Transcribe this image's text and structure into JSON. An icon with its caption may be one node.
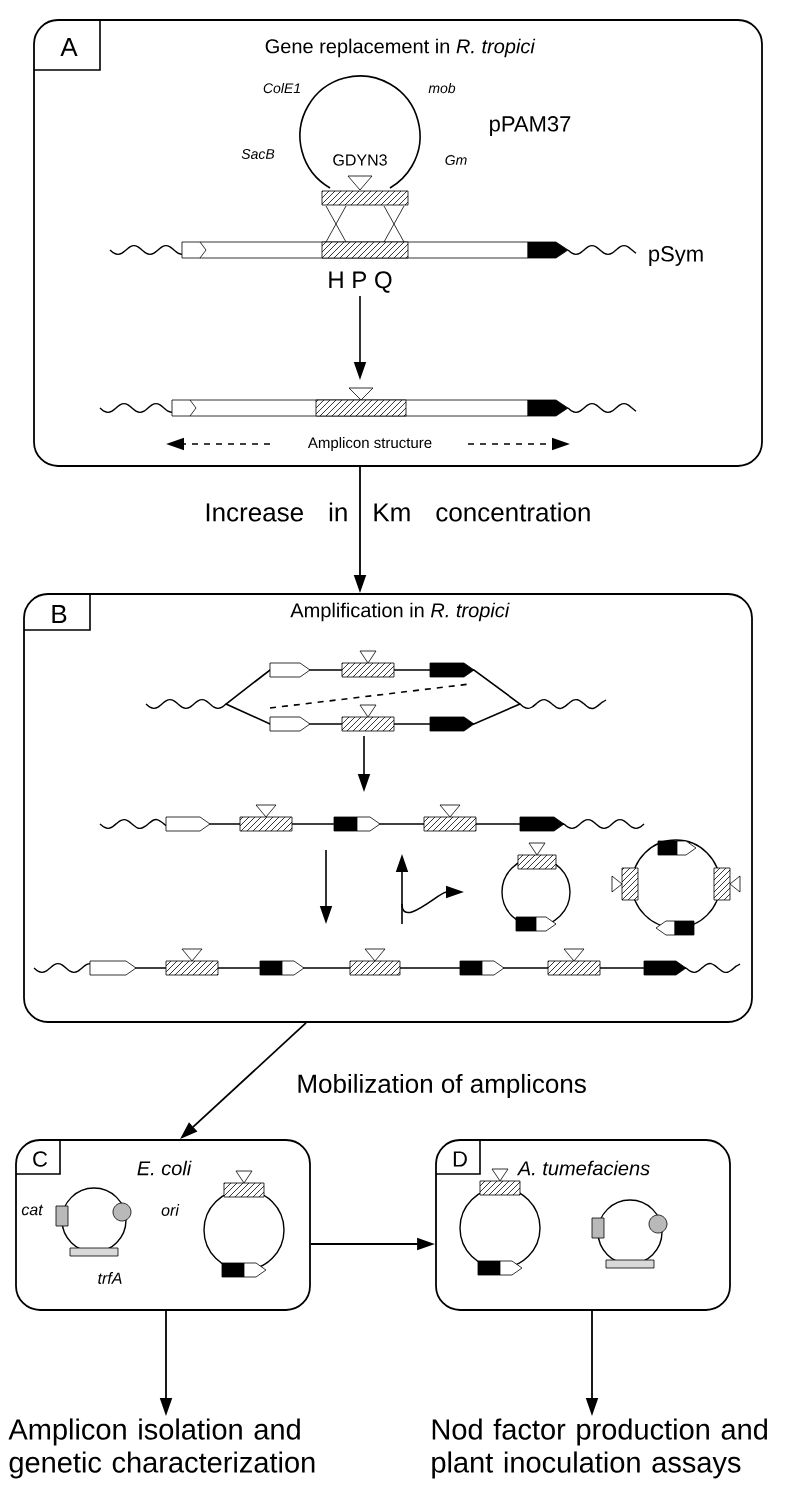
{
  "diagram": {
    "nodes": [
      {
        "text": [
          "A",
          "Gene replacement in *R. tropici*"
        ]
      },
      {
        "text": [
          "B",
          "Amplification in *R. tropici*"
        ]
      },
      {
        "text": [
          "C",
          "E. coli"
        ]
      },
      {
        "text": [
          "D",
          "A. tumefaciens"
        ]
      },
      {
        "text": [
          "Amplicon isolation and genetic characterization"
        ]
      },
      {
        "text": [
          "Nod factor production and plant inoculation assays"
        ]
      }
    ],
    "edges": [
      {
        "from": 0,
        "to": 1,
        "arrow": "to",
        "label": "Increase in Km concentration"
      },
      {
        "from": 1,
        "to": 2,
        "arrow": "to",
        "label": "Mobilization of amplicons"
      },
      {
        "from": 2,
        "to": 3,
        "arrow": "to"
      },
      {
        "from": 2,
        "to": 4,
        "arrow": "to"
      },
      {
        "from": 3,
        "to": 5,
        "arrow": "to"
      }
    ],
    "labels": [
      "ColE1",
      "mob",
      "pPAM37",
      "SacB",
      "GDYN3",
      "Gm",
      "pSym",
      "H P Q",
      "Amplicon structure",
      "cat",
      "ori",
      "trfA"
    ]
  }
}
